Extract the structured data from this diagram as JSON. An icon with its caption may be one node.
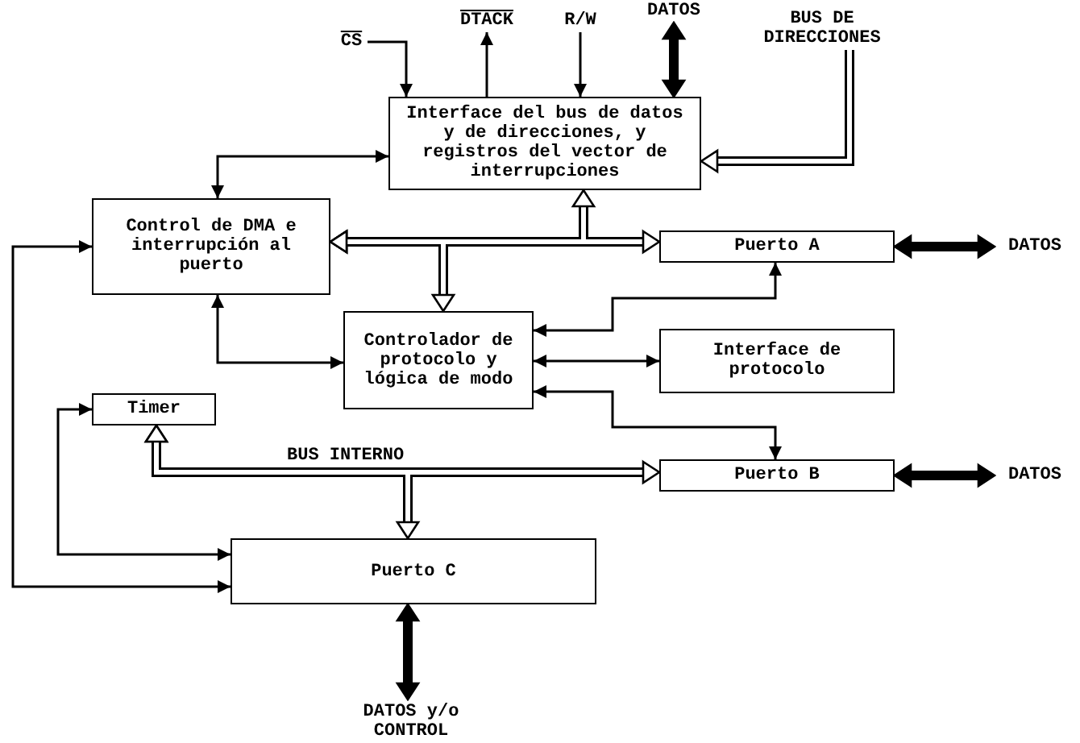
{
  "diagram": {
    "nodes": [
      {
        "text": [
          "CS"
        ]
      },
      {
        "text": [
          "DTACK"
        ]
      },
      {
        "text": [
          "R/W"
        ]
      },
      {
        "text": [
          "DATOS"
        ]
      },
      {
        "text": [
          "BUS DE DIRECCIONES"
        ]
      },
      {
        "text": [
          "Interface del bus de datos y de direcciones, y registros del vector de interrupciones"
        ]
      },
      {
        "text": [
          "Control de DMA e interrupción al puerto"
        ]
      },
      {
        "text": [
          "Puerto A"
        ]
      },
      {
        "text": [
          "DATOS"
        ]
      },
      {
        "text": [
          "Controlador de protocolo y lógica de modo"
        ]
      },
      {
        "text": [
          "Interface de protocolo"
        ]
      },
      {
        "text": [
          "Timer"
        ]
      },
      {
        "text": [
          "Puerto B"
        ]
      },
      {
        "text": [
          "DATOS"
        ]
      },
      {
        "text": [
          "Puerto C"
        ]
      },
      {
        "text": [
          "DATOS y/o CONTROL"
        ]
      }
    ],
    "edges": [
      {
        "from": 0,
        "to": 5,
        "arrow": "to"
      },
      {
        "from": 5,
        "to": 1,
        "arrow": "to"
      },
      {
        "from": 2,
        "to": 5,
        "arrow": "to"
      },
      {
        "from": 3,
        "to": 5,
        "arrow": "both",
        "style": "thick"
      },
      {
        "from": 4,
        "to": 5,
        "arrow": "to",
        "style": "thick",
        "color": "#ffffff"
      },
      {
        "from": 6,
        "to": 5,
        "arrow": "both"
      },
      {
        "from": 6,
        "to": 7,
        "arrow": "both",
        "style": "thick",
        "color": "#ffffff"
      },
      {
        "from": 6,
        "to": 5,
        "arrow": "both",
        "style": "thick",
        "color": "#ffffff"
      },
      {
        "from": 6,
        "to": 9,
        "arrow": "both",
        "style": "thick",
        "color": "#ffffff"
      },
      {
        "from": 6,
        "to": 9,
        "arrow": "both"
      },
      {
        "from": 9,
        "to": 7,
        "arrow": "both"
      },
      {
        "from": 9,
        "to": 10,
        "arrow": "both"
      },
      {
        "from": 9,
        "to": 12,
        "arrow": "both"
      },
      {
        "from": 7,
        "to": 8,
        "arrow": "both",
        "style": "thick"
      },
      {
        "from": 12,
        "to": 13,
        "arrow": "both",
        "style": "thick"
      },
      {
        "from": 11,
        "to": 12,
        "arrow": "both",
        "style": "thick",
        "color": "#ffffff"
      },
      {
        "from": 11,
        "to": 14,
        "arrow": "both",
        "style": "thick",
        "color": "#ffffff"
      },
      {
        "from": 14,
        "to": 15,
        "arrow": "both",
        "style": "thick"
      },
      {
        "from": 6,
        "to": 14,
        "arrow": "both"
      },
      {
        "from": 11,
        "to": 14,
        "arrow": "both"
      }
    ],
    "labels": [
      "BUS INTERNO"
    ]
  }
}
